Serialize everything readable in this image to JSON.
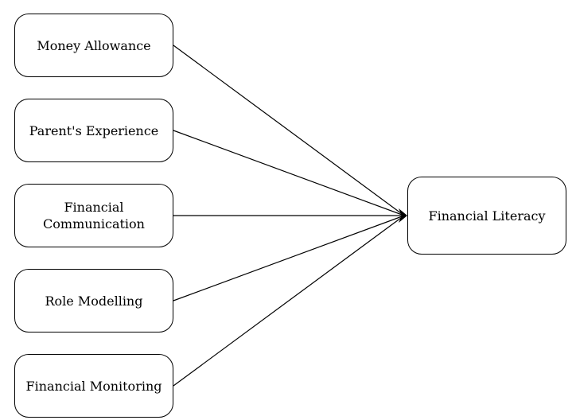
{
  "diagram": {
    "factors": [
      {
        "id": "money-allowance",
        "label": "Money Allowance"
      },
      {
        "id": "parents-experience",
        "label": "Parent's Experience"
      },
      {
        "id": "financial-communication",
        "label": "Financial\nCommunication"
      },
      {
        "id": "role-modelling",
        "label": "Role Modelling"
      },
      {
        "id": "financial-monitoring",
        "label": "Financial Monitoring"
      }
    ],
    "outcome": {
      "id": "financial-literacy",
      "label": "Financial Literacy"
    },
    "edges": [
      {
        "from": "money-allowance",
        "to": "financial-literacy"
      },
      {
        "from": "parents-experience",
        "to": "financial-literacy"
      },
      {
        "from": "financial-communication",
        "to": "financial-literacy"
      },
      {
        "from": "role-modelling",
        "to": "financial-literacy"
      },
      {
        "from": "financial-monitoring",
        "to": "financial-literacy"
      }
    ]
  }
}
